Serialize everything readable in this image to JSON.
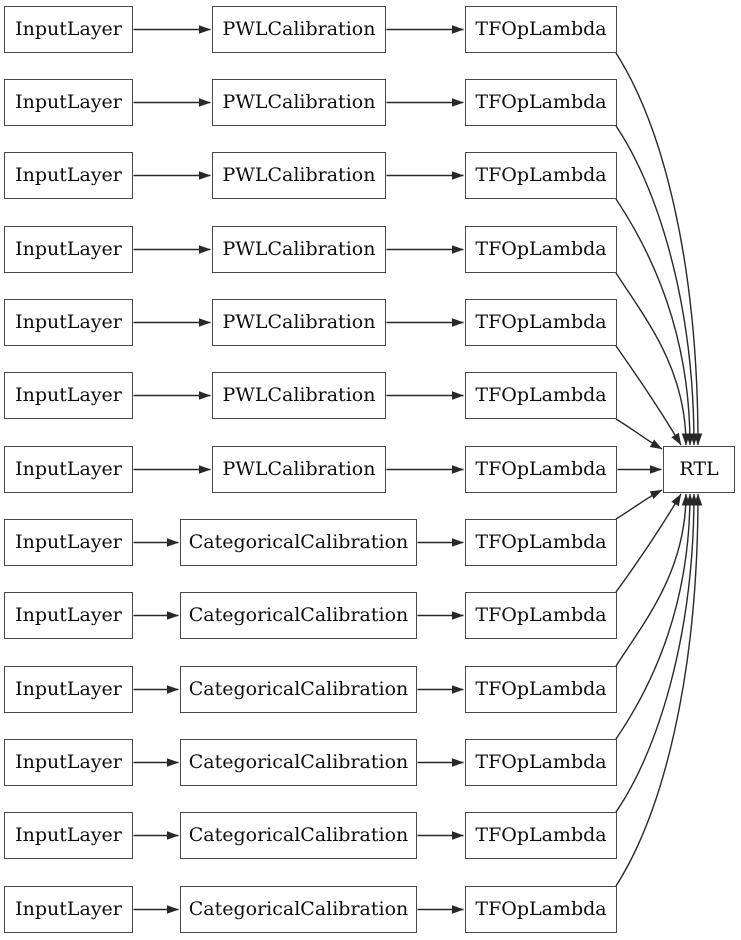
{
  "colors": {
    "bg": "#ffffff",
    "node_bg": "#ffffff",
    "border": "#484848",
    "edge": "#282828",
    "text": "#0d0d0d"
  },
  "diagram": {
    "rows": [
      {
        "input": "InputLayer",
        "calibration": "PWLCalibration",
        "op": "TFOpLambda"
      },
      {
        "input": "InputLayer",
        "calibration": "PWLCalibration",
        "op": "TFOpLambda"
      },
      {
        "input": "InputLayer",
        "calibration": "PWLCalibration",
        "op": "TFOpLambda"
      },
      {
        "input": "InputLayer",
        "calibration": "PWLCalibration",
        "op": "TFOpLambda"
      },
      {
        "input": "InputLayer",
        "calibration": "PWLCalibration",
        "op": "TFOpLambda"
      },
      {
        "input": "InputLayer",
        "calibration": "PWLCalibration",
        "op": "TFOpLambda"
      },
      {
        "input": "InputLayer",
        "calibration": "PWLCalibration",
        "op": "TFOpLambda"
      },
      {
        "input": "InputLayer",
        "calibration": "CategoricalCalibration",
        "op": "TFOpLambda"
      },
      {
        "input": "InputLayer",
        "calibration": "CategoricalCalibration",
        "op": "TFOpLambda"
      },
      {
        "input": "InputLayer",
        "calibration": "CategoricalCalibration",
        "op": "TFOpLambda"
      },
      {
        "input": "InputLayer",
        "calibration": "CategoricalCalibration",
        "op": "TFOpLambda"
      },
      {
        "input": "InputLayer",
        "calibration": "CategoricalCalibration",
        "op": "TFOpLambda"
      },
      {
        "input": "InputLayer",
        "calibration": "CategoricalCalibration",
        "op": "TFOpLambda"
      }
    ],
    "output_node": {
      "label": "RTL"
    }
  }
}
